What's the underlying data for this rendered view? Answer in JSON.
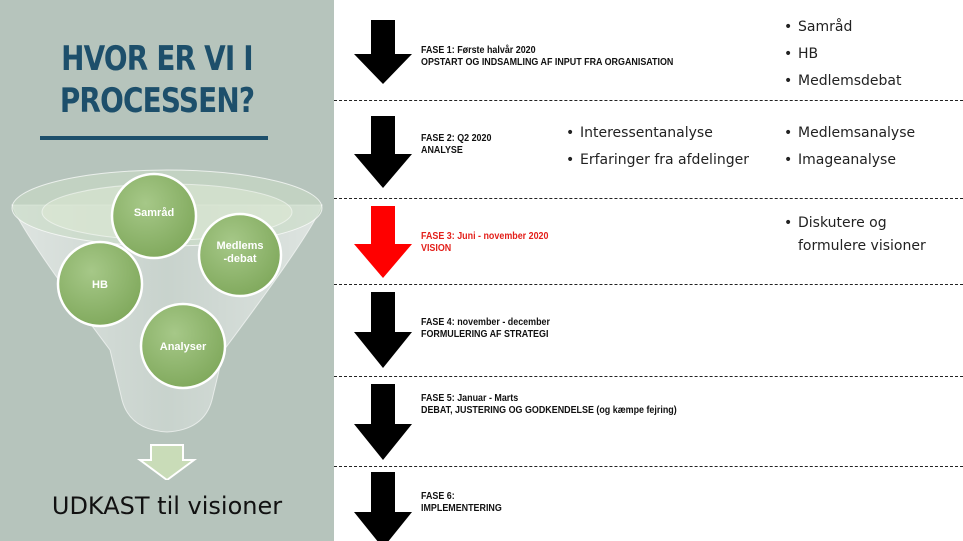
{
  "left": {
    "title_line1": "HVOR ER VI I",
    "title_line2": "PROCESSEN?",
    "circles": [
      "Samråd",
      "Medlems-\ndebat",
      "HB",
      "Analyser"
    ],
    "draft_caption": "UDKAST til visioner"
  },
  "phases": [
    {
      "line1": "FASE 1: Første halvår 2020",
      "line2": "OPSTART OG INDSAMLING AF INPUT FRA ORGANISATION",
      "highlight": false,
      "bullets_right": [
        "Samråd",
        "HB",
        "Medlemsdebat"
      ]
    },
    {
      "line1": "FASE 2: Q2 2020",
      "line2": "ANALYSE",
      "highlight": false,
      "bullets_mid": [
        "Interessentanalyse",
        "Erfaringer fra afdelinger"
      ],
      "bullets_right": [
        "Medlemsanalyse",
        "Imageanalyse"
      ]
    },
    {
      "line1": "FASE 3: Juni - november 2020",
      "line2": "VISION",
      "highlight": true,
      "bullets_right": [
        "Diskutere og formulere visioner"
      ]
    },
    {
      "line1": "FASE 4: november - december",
      "line2": "FORMULERING AF STRATEGI",
      "highlight": false
    },
    {
      "line1": "FASE 5: Januar - Marts",
      "line2": "DEBAT, JUSTERING OG GODKENDELSE (og kæmpe fejring)",
      "highlight": false
    },
    {
      "line1": "FASE 6:",
      "line2": "IMPLEMENTERING",
      "highlight": false
    }
  ],
  "colors": {
    "arrow": "#000000",
    "arrow_highlight": "#ff0000",
    "highlight_text": "#e3201b",
    "title": "#1d4f6b",
    "panel": "#b6c4bc",
    "circle": "#8fb36a"
  }
}
